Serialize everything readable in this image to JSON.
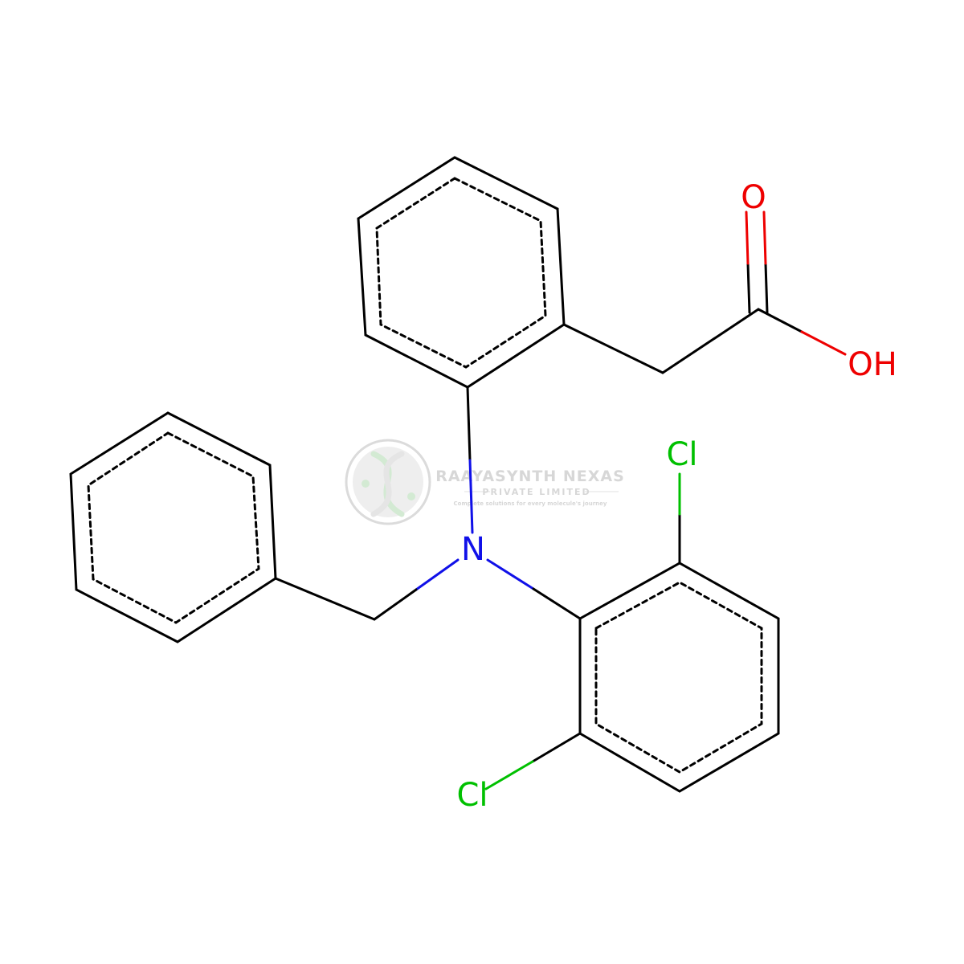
{
  "molecule": {
    "atoms": {
      "n": {
        "label": "N",
        "color": "#1010e8"
      },
      "cl_top": {
        "label": "Cl",
        "color": "#00c000"
      },
      "cl_bottom": {
        "label": "Cl",
        "color": "#00c000"
      },
      "o_carbonyl": {
        "label": "O",
        "color": "#ee0000"
      },
      "oh": {
        "label": "OH",
        "color": "#ee0000"
      }
    },
    "bond_color": "#000000"
  },
  "watermark": {
    "company": "RAAYASYNTH NEXAS",
    "subtitle": "PRIVATE LIMITED",
    "tagline": "Complete solutions for every molecule's journey",
    "color": "#d3d3d3",
    "accent": "#c8e6c9"
  }
}
